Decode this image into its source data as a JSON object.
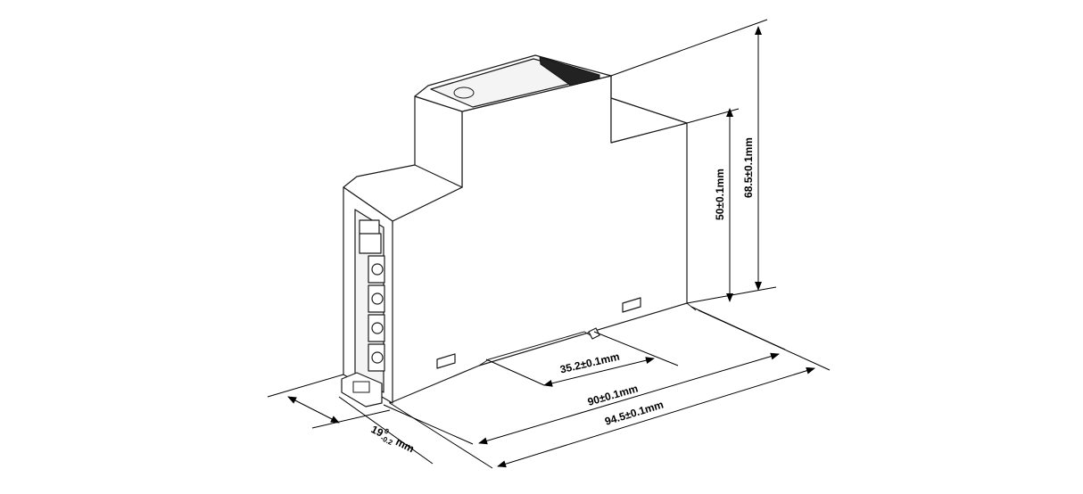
{
  "dimensions": {
    "height_total": "68.5±0.1mm",
    "height_body": "50±0.1mm",
    "depth_clip": "35.2±0.1mm",
    "length_body": "90±0.1mm",
    "length_total": "94.5±0.1mm",
    "width_main": "19",
    "width_tol_upper": "0",
    "width_tol_lower": "-0.2",
    "width_unit": "mm"
  },
  "colors": {
    "line": "#1a1a1a",
    "background": "#ffffff"
  }
}
